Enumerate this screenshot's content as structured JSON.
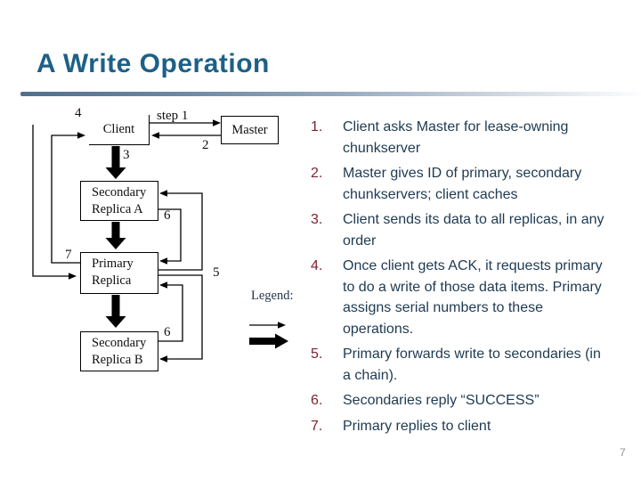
{
  "slide": {
    "title": "A Write Operation",
    "page_number": "7"
  },
  "diagram": {
    "boxes": {
      "client": "Client",
      "master": "Master",
      "secondary_a_line1": "Secondary",
      "secondary_a_line2": "Replica A",
      "primary_line1": "Primary",
      "primary_line2": "Replica",
      "secondary_b_line1": "Secondary",
      "secondary_b_line2": "Replica B"
    },
    "labels": {
      "step1": "step 1",
      "n2": "2",
      "n3": "3",
      "n4": "4",
      "n5": "5",
      "n6a": "6",
      "n6b": "6",
      "n7": "7"
    },
    "legend_title": "Legend:",
    "legend_entries": [
      "thin-arrow-control-message",
      "thick-arrow-data-flow"
    ]
  },
  "steps": [
    {
      "num": "1.",
      "text": "Client asks Master for lease-owning chunkserver"
    },
    {
      "num": "2.",
      "text": "Master gives ID of primary, secondary chunkservers; client caches"
    },
    {
      "num": "3.",
      "text": "Client sends its data to all replicas, in any order"
    },
    {
      "num": "4.",
      "text": "Once client gets ACK, it requests primary to do a write of those data items.  Primary assigns serial numbers to these operations."
    },
    {
      "num": "5.",
      "text": "Primary forwards write to secondaries (in a chain)."
    },
    {
      "num": "6.",
      "text": "Secondaries reply “SUCCESS”"
    },
    {
      "num": "7.",
      "text": "Primary replies to client"
    }
  ],
  "colors": {
    "title": "#1e6086",
    "step_number": "#7d2231",
    "step_text": "#1e3a52",
    "diagram_ink": "#000000",
    "rule_gradient_start": "#51708c",
    "page_number": "#909090"
  }
}
